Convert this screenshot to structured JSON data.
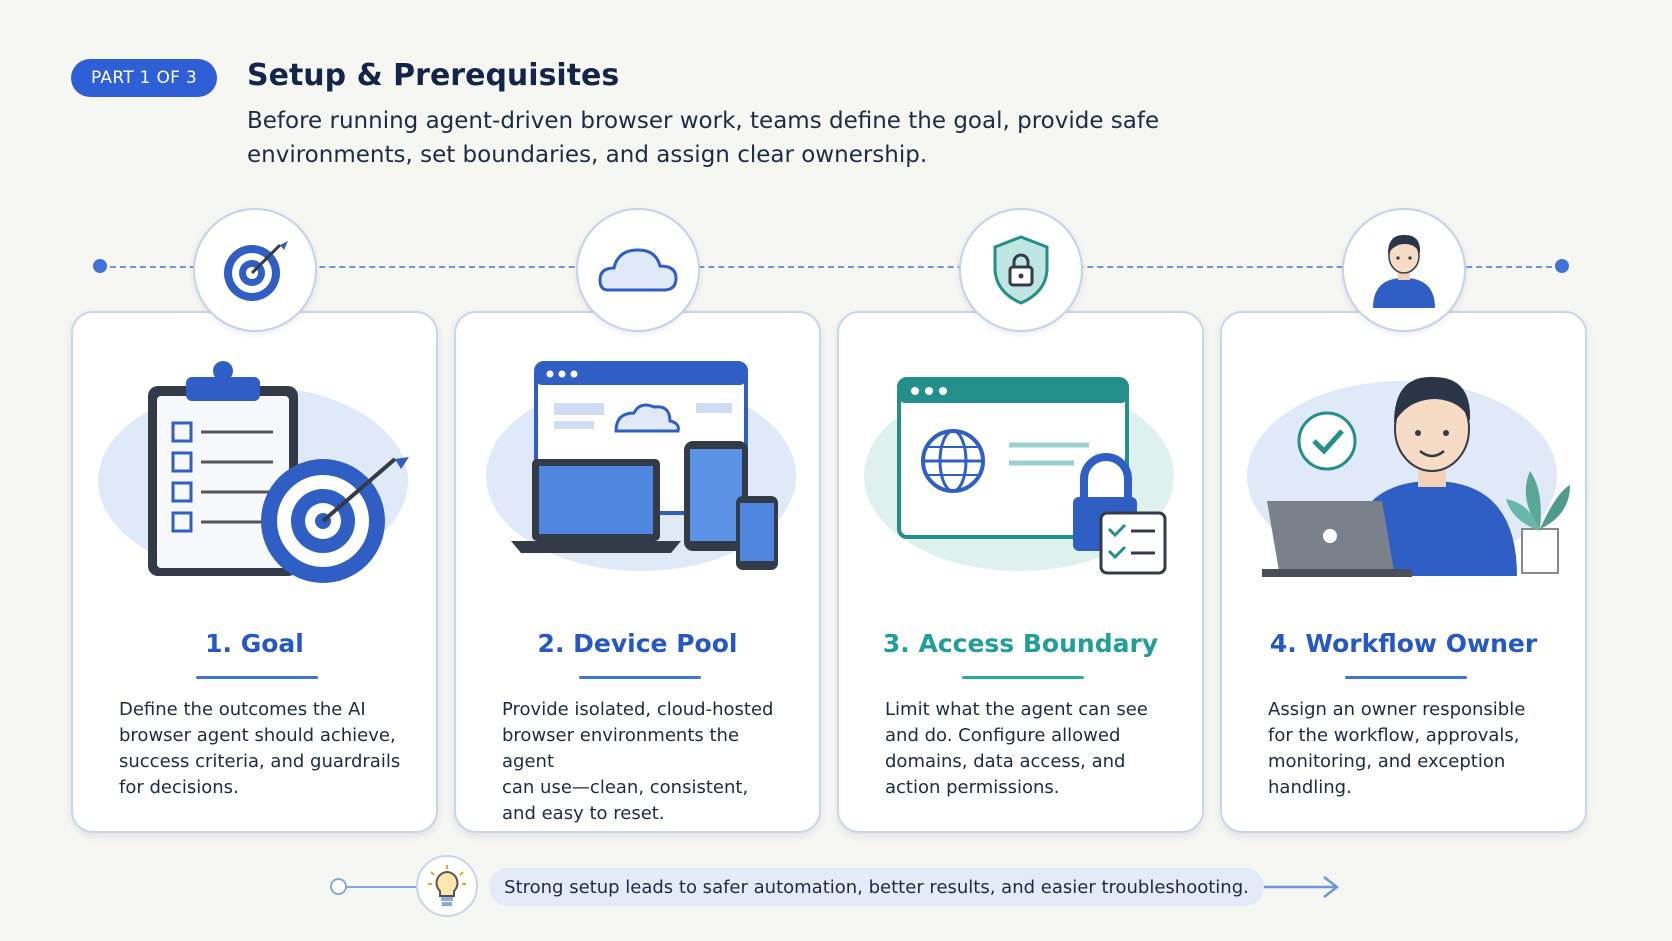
{
  "header": {
    "badge": "PART 1 OF 3",
    "title": "Setup & Prerequisites",
    "subtitle_line1": "Before running agent-driven browser work, teams define the goal, provide safe",
    "subtitle_line2": "environments, set boundaries, and assign clear ownership."
  },
  "cards": [
    {
      "title": "1. Goal",
      "lines": [
        "Define the outcomes the AI",
        "browser agent should achieve,",
        "success criteria, and guardrails",
        "for decisions."
      ],
      "icon": "target-icon",
      "accent": "#2558c4"
    },
    {
      "title": "2. Device Pool",
      "lines": [
        "Provide isolated, cloud-hosted",
        "browser environments the agent",
        "can use—clean, consistent,",
        "and easy to reset."
      ],
      "icon": "cloud-icon",
      "accent": "#2558c4"
    },
    {
      "title": "3. Access Boundary",
      "lines": [
        "Limit what the agent can see",
        "and do. Configure allowed",
        "domains, data access, and",
        "action permissions."
      ],
      "icon": "shield-lock-icon",
      "accent": "#1f9e9a"
    },
    {
      "title": "4. Workflow Owner",
      "lines": [
        "Assign an owner responsible",
        "for the workflow, approvals,",
        "monitoring, and exception",
        "handling."
      ],
      "icon": "person-icon",
      "accent": "#2558c4"
    }
  ],
  "footer": {
    "text": "Strong setup leads to safer automation, better results, and easier troubleshooting.",
    "icon": "lightbulb-icon"
  }
}
